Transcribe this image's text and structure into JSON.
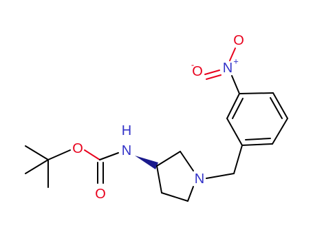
{
  "molecule": {
    "atoms": {
      "carbamate_o": {
        "symbol": "O",
        "color": "#e8001c"
      },
      "carbonyl_o": {
        "symbol": "O",
        "color": "#e8001c"
      },
      "carbamate_n": {
        "symbol": "N",
        "color": "#3232c8"
      },
      "carbamate_h": {
        "symbol": "H",
        "color": "#3232c8"
      },
      "ring_n": {
        "symbol": "N",
        "color": "#3232c8"
      },
      "nitro_n": {
        "symbol": "N",
        "color": "#3232c8"
      },
      "nitro_plus": {
        "symbol": "+",
        "color": "#3232c8"
      },
      "nitro_o_top": {
        "symbol": "O",
        "color": "#e8001c"
      },
      "nitro_o_left": {
        "symbol": "O",
        "color": "#e8001c"
      },
      "nitro_o_minus": {
        "symbol": "-",
        "color": "#e8001c"
      }
    },
    "colors": {
      "bond": "#000000",
      "oxygen": "#e8001c",
      "nitrogen": "#3232c8",
      "wedge": "#1a1a8c"
    }
  }
}
